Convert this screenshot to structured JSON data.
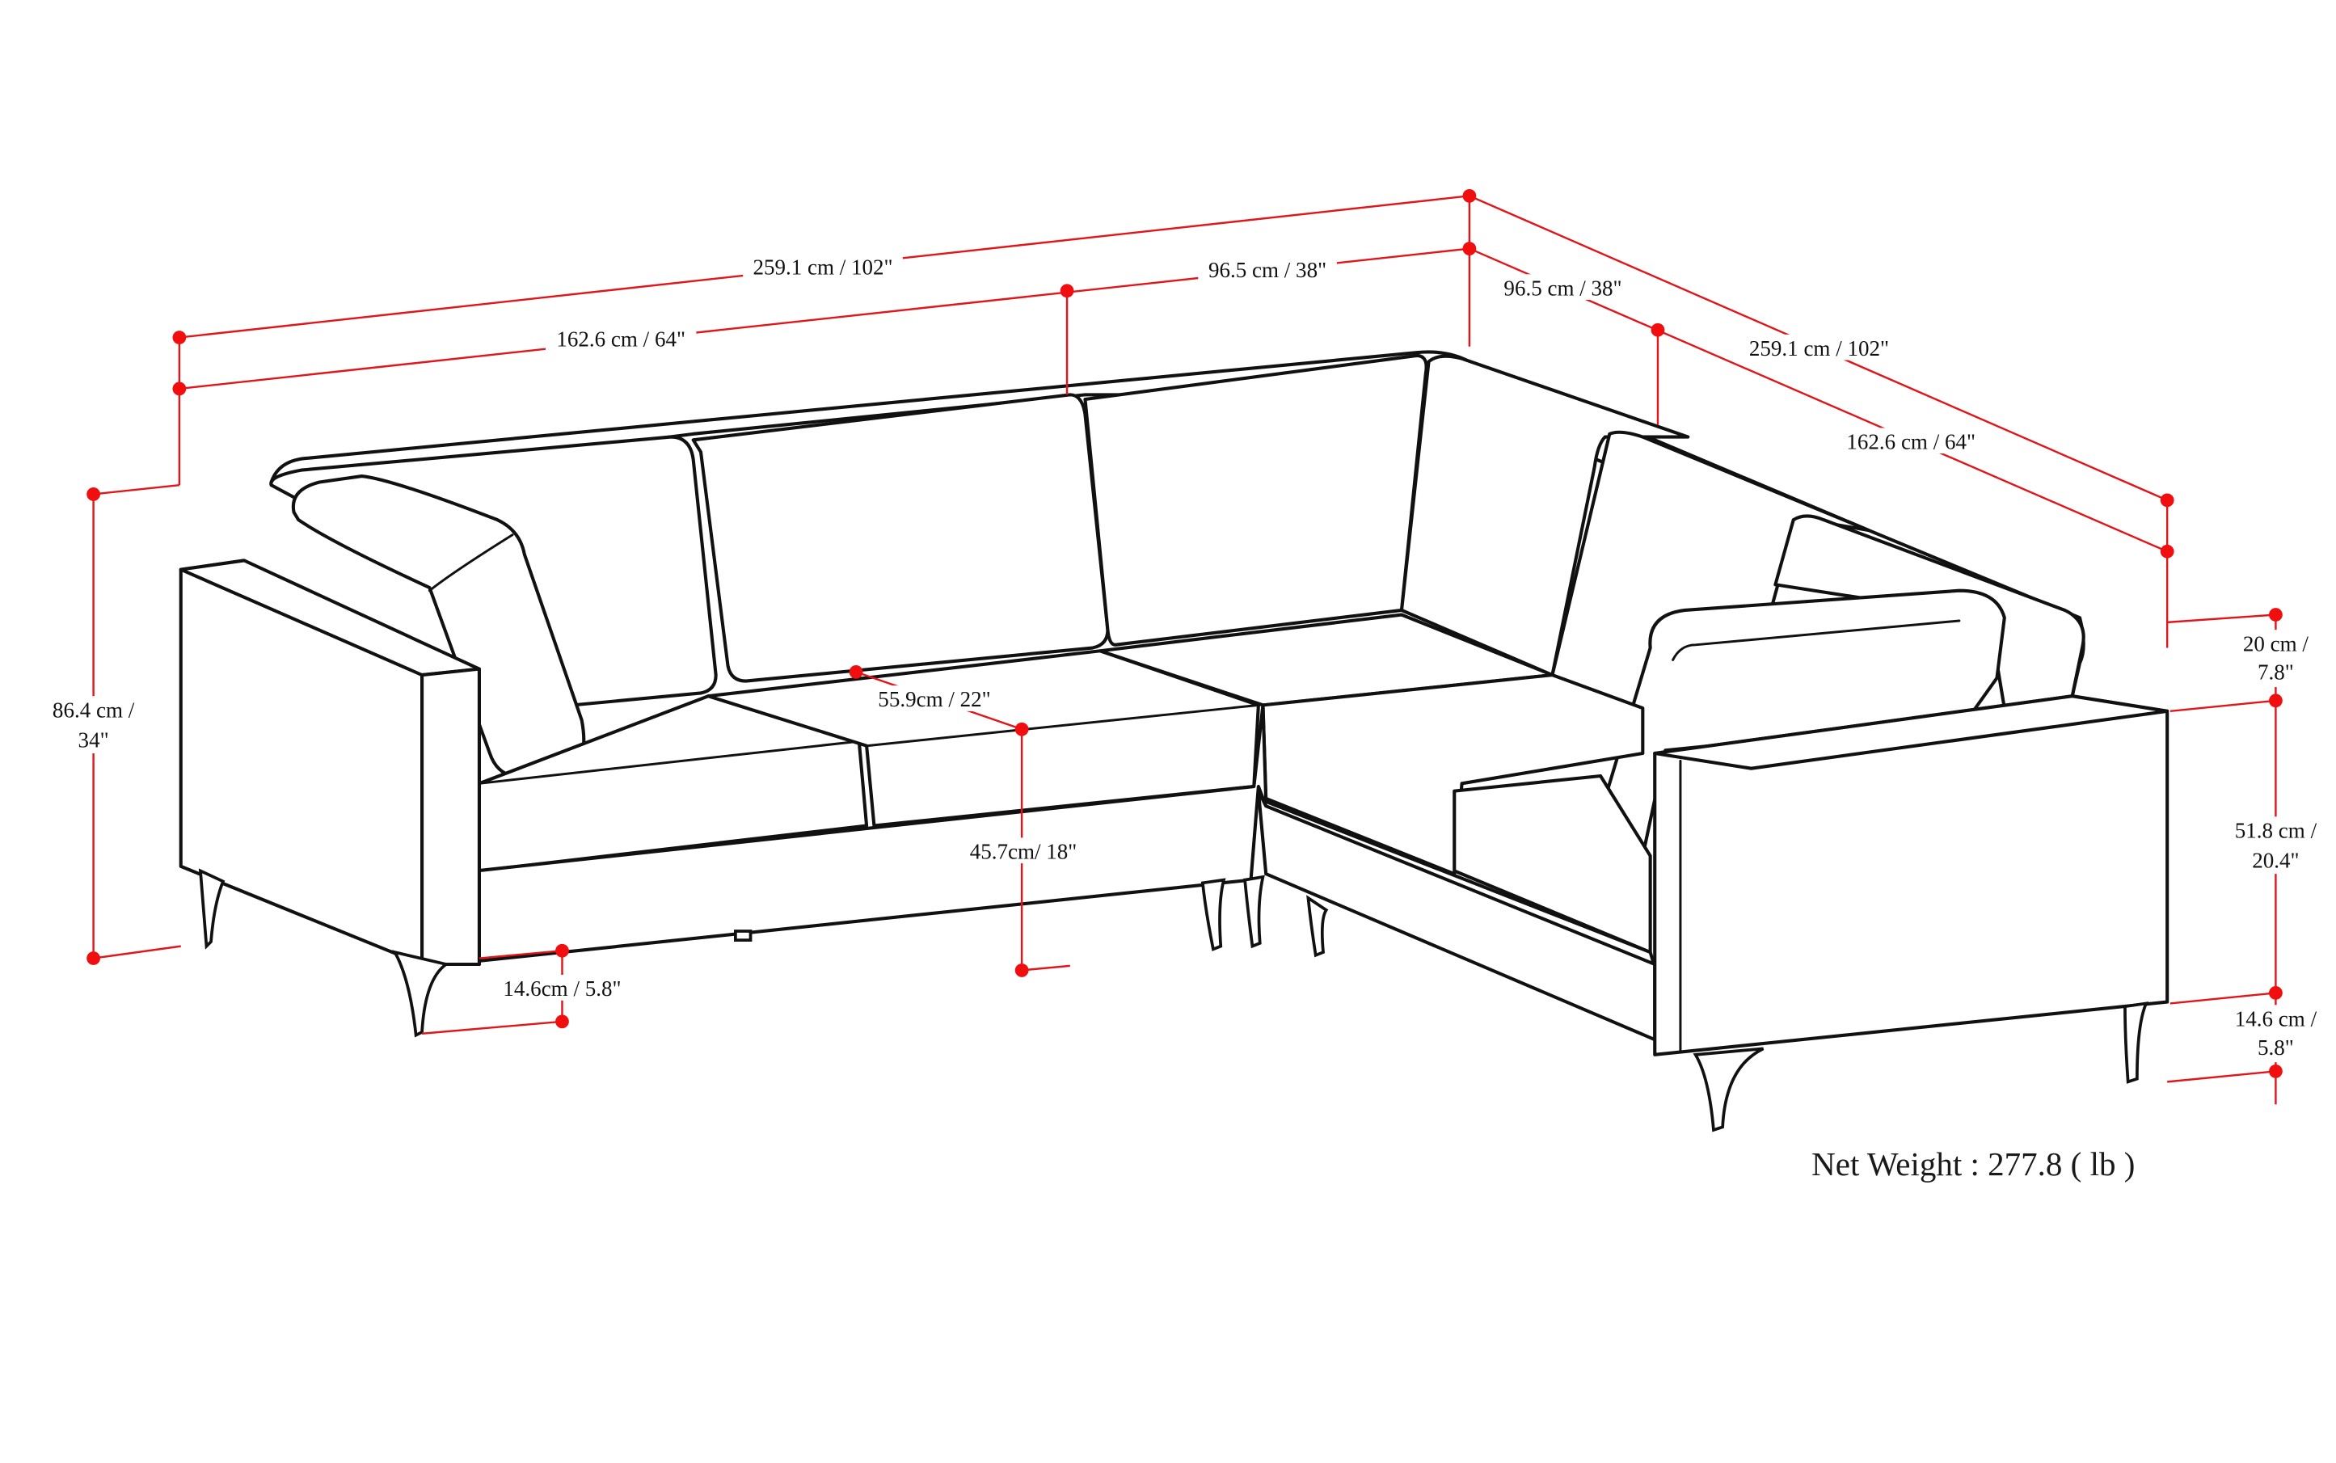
{
  "diagram": {
    "subject": "L-shaped sectional sofa dimension diagram",
    "colors": {
      "dimension_line": "#e0161b",
      "dimension_dot": "#f00e0e",
      "outline": "#111111",
      "text": "#111111",
      "background": "#ffffff"
    },
    "dimensions": {
      "left_total_width": "259.1 cm / 102\"",
      "left_sofa_width": "162.6 cm / 64\"",
      "left_corner_width": "96.5 cm / 38\"",
      "right_corner_width": "96.5 cm / 38\"",
      "right_total_width": "259.1 cm / 102\"",
      "right_sofa_width": "162.6 cm / 64\"",
      "overall_height_line1": "86.4 cm /",
      "overall_height_line2": "34\"",
      "seat_depth": "55.9cm / 22\"",
      "seat_height": "45.7cm/ 18\"",
      "leg_height_left": "14.6cm / 5.8\"",
      "back_height_line1": "20 cm /",
      "back_height_line2": "7.8\"",
      "arm_height_line1": "51.8 cm /",
      "arm_height_line2": "20.4\"",
      "leg_height_right_line1": "14.6 cm /",
      "leg_height_right_line2": "5.8\""
    },
    "net_weight": "Net Weight : 277.8 ( lb )"
  }
}
